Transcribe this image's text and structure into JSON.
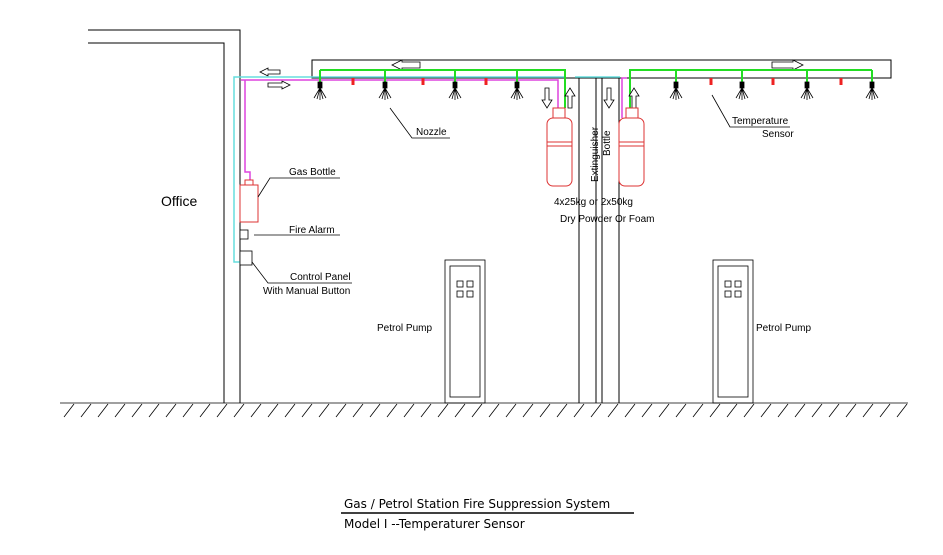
{
  "labels": {
    "office": "Office",
    "nozzle": "Nozzle",
    "gas_bottle": "Gas Bottle",
    "fire_alarm": "Fire Alarm",
    "control_panel_line1": "Control Panel",
    "control_panel_line2": "With Manual Button",
    "extinguisher_line1": "Extinguisher",
    "extinguisher_line2": "Bottle",
    "temperature_line1": "Temperature",
    "temperature_line2": "Sensor",
    "bottle_spec_line1": "4x25kg or 2x50kg",
    "bottle_spec_line2": "Dry Powder Or Foam",
    "petrol_pump_left": "Petrol Pump",
    "petrol_pump_right": "Petrol Pump"
  },
  "caption": {
    "title": "Gas / Petrol Station Fire Suppression System",
    "subtitle": "Model I --Temperaturer Sensor"
  },
  "colors": {
    "pipe_green": "#22dd22",
    "pipe_cyan": "#66dddd",
    "pipe_magenta": "#dd44dd",
    "bottle_red": "#dd3333",
    "sensor_red": "#ee2222",
    "line": "#000000"
  }
}
